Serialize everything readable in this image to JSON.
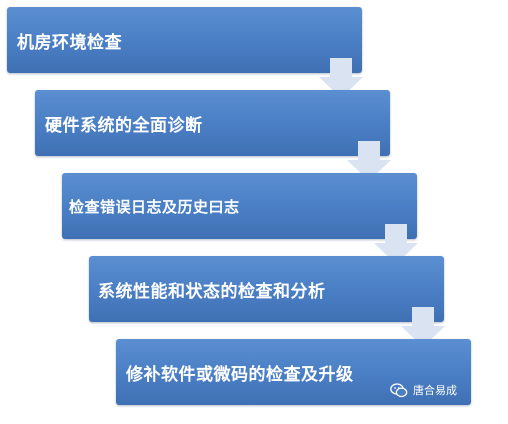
{
  "steps": [
    {
      "label": "机房环境检查"
    },
    {
      "label": "硬件系统的全面诊断"
    },
    {
      "label": "检查错误日志及历史曰志"
    },
    {
      "label": "系统性能和状态的检查和分析"
    },
    {
      "label": "修补软件或微码的检查及升级"
    }
  ],
  "watermark": {
    "text": "唐合易成",
    "icon": "wechat-icon"
  },
  "colors": {
    "box": "#4a7ec4",
    "arrow": "#d9e3f1",
    "text": "#ffffff"
  }
}
